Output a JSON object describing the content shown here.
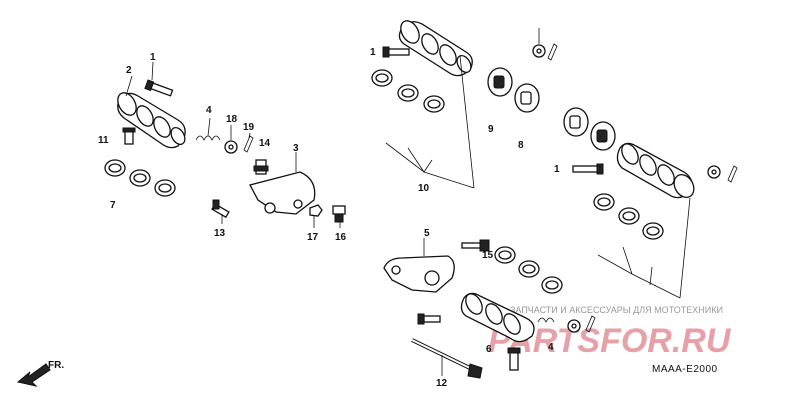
{
  "labels": {
    "l1a": "1",
    "l1b": "1",
    "l1c": "1",
    "l2": "2",
    "l3": "3",
    "l4a": "4",
    "l4b": "4",
    "l5": "5",
    "l6": "6",
    "l7": "7",
    "l8": "8",
    "l9": "9",
    "l10": "10",
    "l11": "11",
    "l12": "12",
    "l13": "13",
    "l14": "14",
    "l15": "15",
    "l16": "16",
    "l17": "17",
    "l18": "18",
    "l19": "19"
  },
  "diagram_code": "MAAA-E2000",
  "front_indicator": "FR.",
  "watermark": {
    "tagline": "ЗАПЧАСТИ И АКСЕССУАРЫ ДЛЯ МОТОТЕХНИКИ",
    "logo": "PARTSFOR.RU"
  }
}
